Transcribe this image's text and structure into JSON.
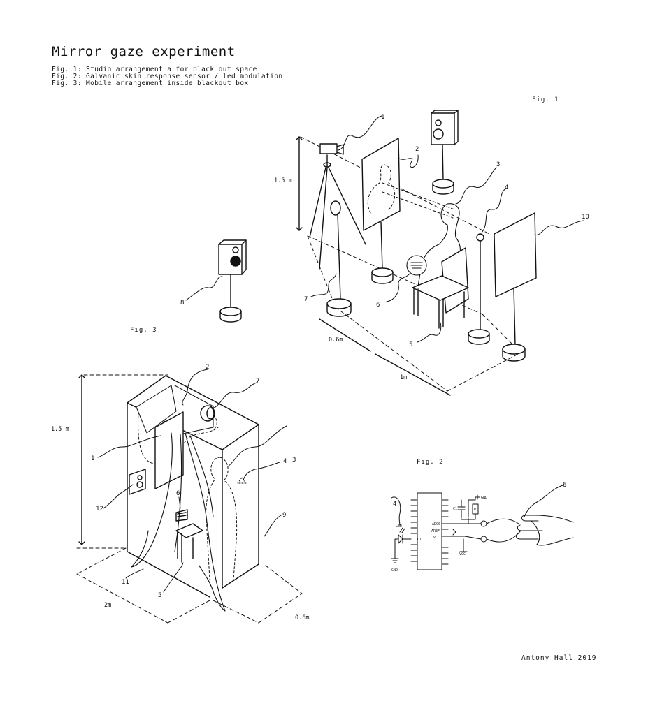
{
  "title": "Mirror gaze experiment",
  "legend": [
    "Fig. 1: Studio arrangement a for black out space",
    "Fig. 2: Galvanic skin response sensor / led modulation",
    "Fig. 3: Mobile arrangement inside blackout box"
  ],
  "figure_labels": {
    "fig1": "Fig. 1",
    "fig2": "Fig. 2",
    "fig3": "Fig. 3"
  },
  "credit": "Antony Hall 2019",
  "fig1": {
    "height_dim": "1.5 m",
    "depth_dim": "0.6m",
    "width_dim": "1m",
    "callouts": [
      "1",
      "2",
      "3",
      "4",
      "5",
      "6",
      "7",
      "8",
      "10"
    ]
  },
  "fig3": {
    "height_dim": "1.5 m",
    "width_dim": "2m",
    "depth_dim": "0.6m",
    "callouts": [
      "1",
      "2",
      "3",
      "4",
      "5",
      "6",
      "7",
      "9",
      "11",
      "12"
    ]
  },
  "fig2": {
    "pins": [
      "GND",
      "C1",
      "R1",
      "ADC0",
      "AREF",
      "VCC",
      "LED",
      "D1",
      "VCC",
      "GND"
    ],
    "callouts": [
      "4",
      "6"
    ]
  }
}
